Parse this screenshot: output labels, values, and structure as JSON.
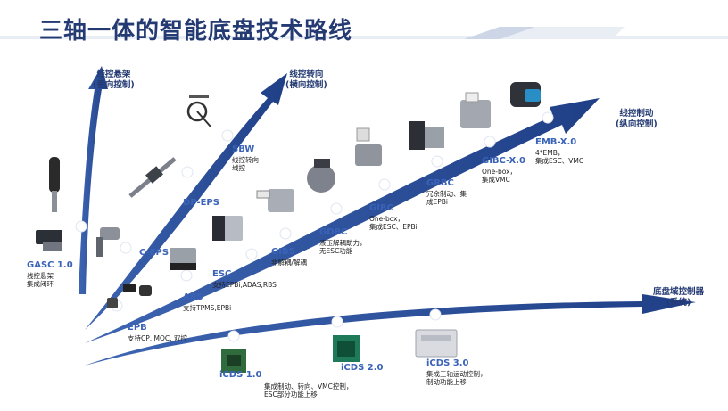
{
  "title": "三轴一体的智能底盘技术路线",
  "arrows": {
    "suspension": {
      "title": "线控悬架",
      "subtitle": "(垂向控制)"
    },
    "steering": {
      "title": "线控转向",
      "subtitle": "(横向控制)"
    },
    "braking": {
      "title": "线控制动",
      "subtitle": "(纵向控制)"
    },
    "domain": {
      "title": "底盘域控制器",
      "subtitle": "(系统)"
    }
  },
  "stages": [
    {
      "id": "gasc",
      "name": "GASC 1.0",
      "desc": [
        "线控悬架",
        "集成闭环"
      ]
    },
    {
      "id": "c-eps",
      "name": "C-EPS",
      "desc": []
    },
    {
      "id": "dp-eps",
      "name": "DP-EPS",
      "desc": []
    },
    {
      "id": "sbw",
      "name": "SBW",
      "desc": [
        "线控转向",
        "域控"
      ]
    },
    {
      "id": "epb",
      "name": "EPB",
      "desc": [
        "支持CP, MOC, 双控"
      ]
    },
    {
      "id": "abs",
      "name": "ABS",
      "desc": [
        "支持TPMS,EPBi"
      ]
    },
    {
      "id": "esc",
      "name": "ESC",
      "desc": [
        "支持EPBi,ADAS,RBS"
      ]
    },
    {
      "id": "gibs",
      "name": "GIBS",
      "desc": [
        "非解耦/解耦"
      ]
    },
    {
      "id": "gdbc",
      "name": "GDBC",
      "desc": [
        "液压解耦助力，",
        "无ESC功能"
      ]
    },
    {
      "id": "gibc",
      "name": "GIBC",
      "desc": [
        "One-box，",
        "集成ESC、EPBi"
      ]
    },
    {
      "id": "grbc",
      "name": "GRBC",
      "desc": [
        "冗余制动、集",
        "成EPBi"
      ]
    },
    {
      "id": "gibc-x",
      "name": "GIBC-X.0",
      "desc": [
        "One-box，",
        "集成VMC"
      ]
    },
    {
      "id": "emb-x",
      "name": "EMB-X.0",
      "desc": [
        "4*EMB，",
        "集成ESC、VMC"
      ]
    },
    {
      "id": "icds1",
      "name": "iCDS 1.0",
      "desc": [
        "集成制动、转向、VMC控制，",
        "ESC部分功能上移"
      ]
    },
    {
      "id": "icds2",
      "name": "iCDS 2.0",
      "desc": []
    },
    {
      "id": "icds3",
      "name": "iCDS 3.0",
      "desc": [
        "集成三轴运动控制，",
        "制动功能上移"
      ]
    }
  ],
  "colors": {
    "arrow": "#234a94",
    "arrow_light": "#3e66b3",
    "title": "#243a73",
    "stage_name": "#3a63b8"
  }
}
